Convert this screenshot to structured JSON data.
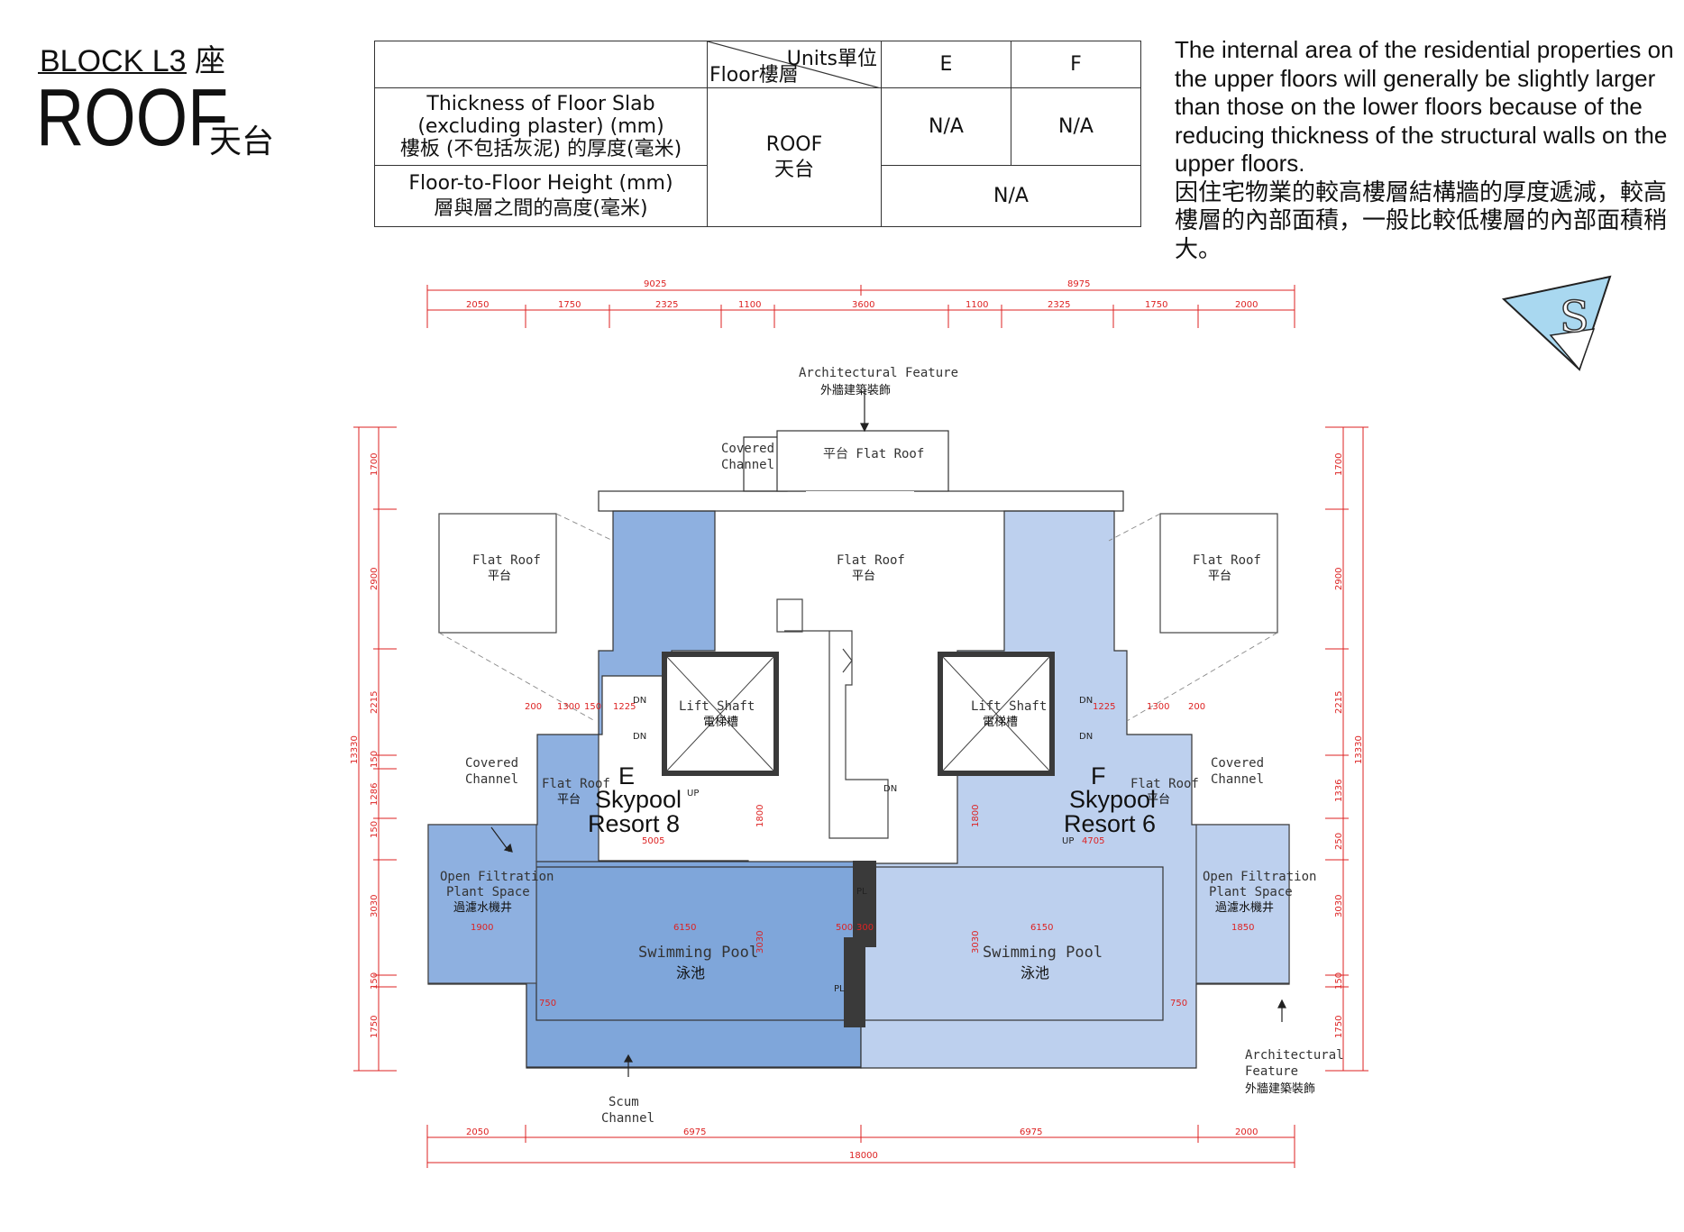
{
  "header": {
    "block_title": "BLOCK L3 座",
    "floor_title": "ROOF",
    "floor_title_cn": "天台"
  },
  "spec_table": {
    "units_label": "Units單位",
    "floor_label": "Floor樓層",
    "unit_e": "E",
    "unit_f": "F",
    "row1_label_en1": "Thickness of Floor Slab",
    "row1_label_en2": "(excluding plaster) (mm)",
    "row1_label_cn": "樓板 (不包括灰泥) 的厚度(毫米)",
    "row2_label_en": "Floor-to-Floor Height (mm)",
    "row2_label_cn": "層與層之間的高度(毫米)",
    "floor_value_en": "ROOF",
    "floor_value_cn": "天台",
    "slab_e": "N/A",
    "slab_f": "N/A",
    "height_ef": "N/A"
  },
  "note": {
    "en": "The internal area of the residential properties on the upper floors will generally be slightly larger than those on the lower floors because of the reducing thickness of the structural walls on the upper floors.",
    "cn": "因住宅物業的較高樓層結構牆的厚度遞減，較高樓層的內部面積，一般比較低樓層的內部面積稍大。"
  },
  "compass": {
    "letter": "S"
  },
  "plan": {
    "colors": {
      "unit_e": "#8eb0e0",
      "unit_f": "#bdd0ee",
      "dim": "#d22222",
      "outline": "#333333"
    },
    "labels": {
      "arch_feature_en": "Architectural Feature",
      "arch_feature_cn": "外牆建築裝飾",
      "covered_channel_1": "Covered",
      "covered_channel_2": "Channel",
      "flat_roof_en": "Flat Roof",
      "flat_roof_cn": "平台",
      "flat_roof_top": "平台 Flat Roof",
      "lift_shaft_en": "Lift Shaft",
      "lift_shaft_cn": "電梯槽",
      "unit_e_letter": "E",
      "unit_f_letter": "F",
      "skypool": "Skypool",
      "resort_8": "Resort 8",
      "resort_6": "Resort 6",
      "open_filtration_1": "Open Filtration",
      "open_filtration_2": "Plant Space",
      "open_filtration_cn": "過濾水機井",
      "swimming_pool_en": "Swimming Pool",
      "swimming_pool_cn": "泳池",
      "scum_1": "Scum",
      "scum_2": "Channel",
      "arch_feature_b1": "Architectural",
      "arch_feature_b2": "Feature",
      "dn": "DN",
      "up": "UP",
      "pl": "PL"
    },
    "top_totals": [
      "9025",
      "8975"
    ],
    "top_segments": [
      "2050",
      "1750",
      "2325",
      "1100",
      "3600",
      "1100",
      "2325",
      "1750",
      "2000"
    ],
    "bottom_segments": [
      "2050",
      "6975",
      "6975",
      "2000"
    ],
    "bottom_total": "18000",
    "left_segments": [
      "1700",
      "2900",
      "2215",
      "150",
      "1286",
      "150",
      "3030",
      "150",
      "1750"
    ],
    "left_total": "13330",
    "right_segments": [
      "1700",
      "2900",
      "2215",
      "1336",
      "250",
      "3030",
      "150",
      "1750"
    ],
    "right_total": "13330",
    "inner_dims": {
      "d200": "200",
      "d1300": "1300",
      "d150": "150",
      "d1225": "1225",
      "d5005": "5005",
      "d4705": "4705",
      "d1900": "1900",
      "d1850": "1850",
      "d6150": "6150",
      "d500": "500",
      "d300": "300",
      "d750": "750",
      "d1800": "1800",
      "d3030": "3030"
    }
  }
}
